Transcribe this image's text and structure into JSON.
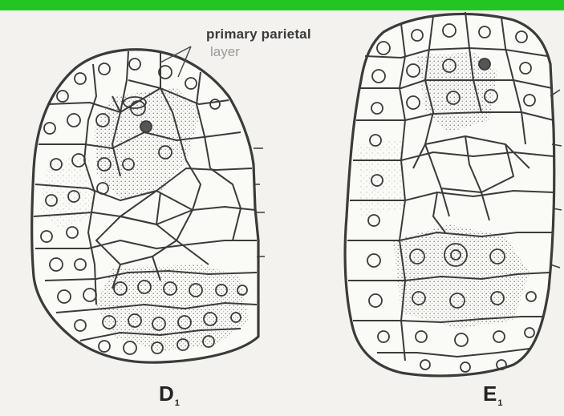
{
  "annotation": {
    "line1": "primary parietal",
    "line2": "layer"
  },
  "panels": [
    {
      "letter": "D",
      "subscript": "1"
    },
    {
      "letter": "E",
      "subscript": "1"
    }
  ],
  "colors": {
    "top_bar": "#22c521",
    "background": "#f3f2ee",
    "cell_wall": "#3b3b3b",
    "stipple": "#8e8e8e"
  }
}
